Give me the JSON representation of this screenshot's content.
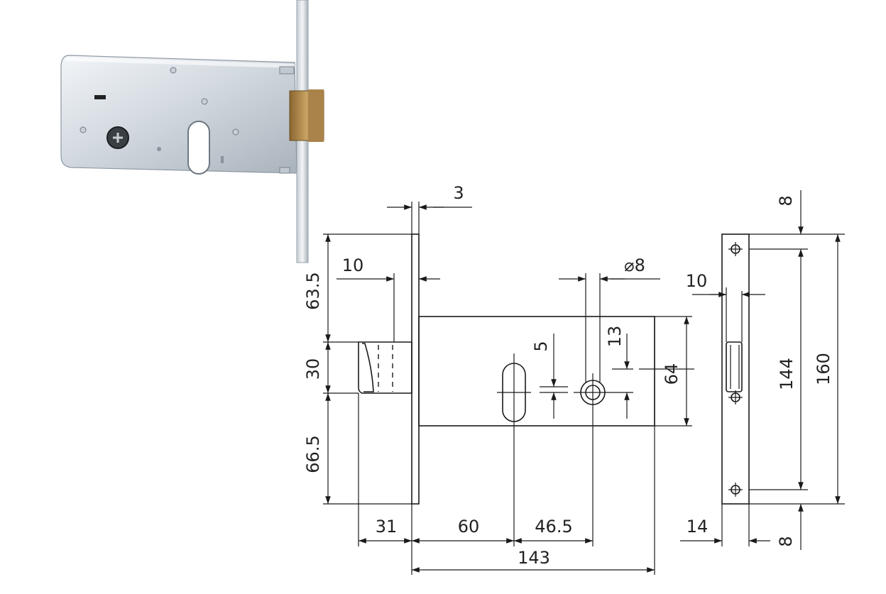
{
  "product_photo": {
    "alt_icon": "mortise-lock-photo"
  },
  "dimensions": {
    "faceplate_thickness": "3",
    "latch_offset": "10",
    "bolt_diameter": "⌀8",
    "top_to_latch": "63.5",
    "latch_height": "30",
    "latch_to_bottom": "66.5",
    "strike_offset": "10",
    "spindle_gap": "5",
    "cylinder_gap": "13",
    "case_height": "64",
    "latch_projection": "31",
    "backset": "60",
    "center_distance": "46.5",
    "case_depth": "143",
    "strike_width": "14",
    "hole_margin_top": "8",
    "hole_margin_bottom": "8",
    "hole_spacing": "144",
    "strike_length": "160"
  },
  "colors": {
    "line": "#1a1a1a",
    "lock_body": "#d8dee4",
    "faceplate": "#e2e6ea",
    "latch_brass": "#b08a4e"
  }
}
